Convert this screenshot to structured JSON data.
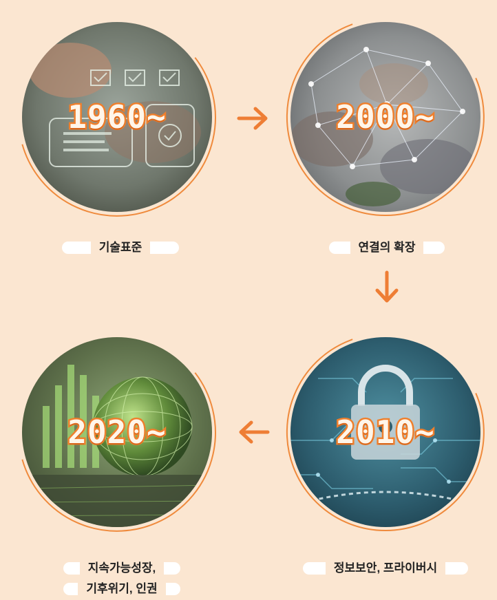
{
  "eras": [
    {
      "year": "1960~",
      "label": "기술표준"
    },
    {
      "year": "2000~",
      "label": "연결의 확장"
    },
    {
      "year": "2010~",
      "label": "정보보안, 프라이버시"
    },
    {
      "year": "2020~",
      "label_line1": "지속가능성장,",
      "label_line2": "기후위기, 인권"
    }
  ],
  "colors": {
    "background": "#fbe6d1",
    "accent": "#ef8a3c",
    "arrow": "#ee7e35"
  },
  "icons": [
    "arrow-right-icon",
    "arrow-down-icon",
    "arrow-left-icon"
  ]
}
